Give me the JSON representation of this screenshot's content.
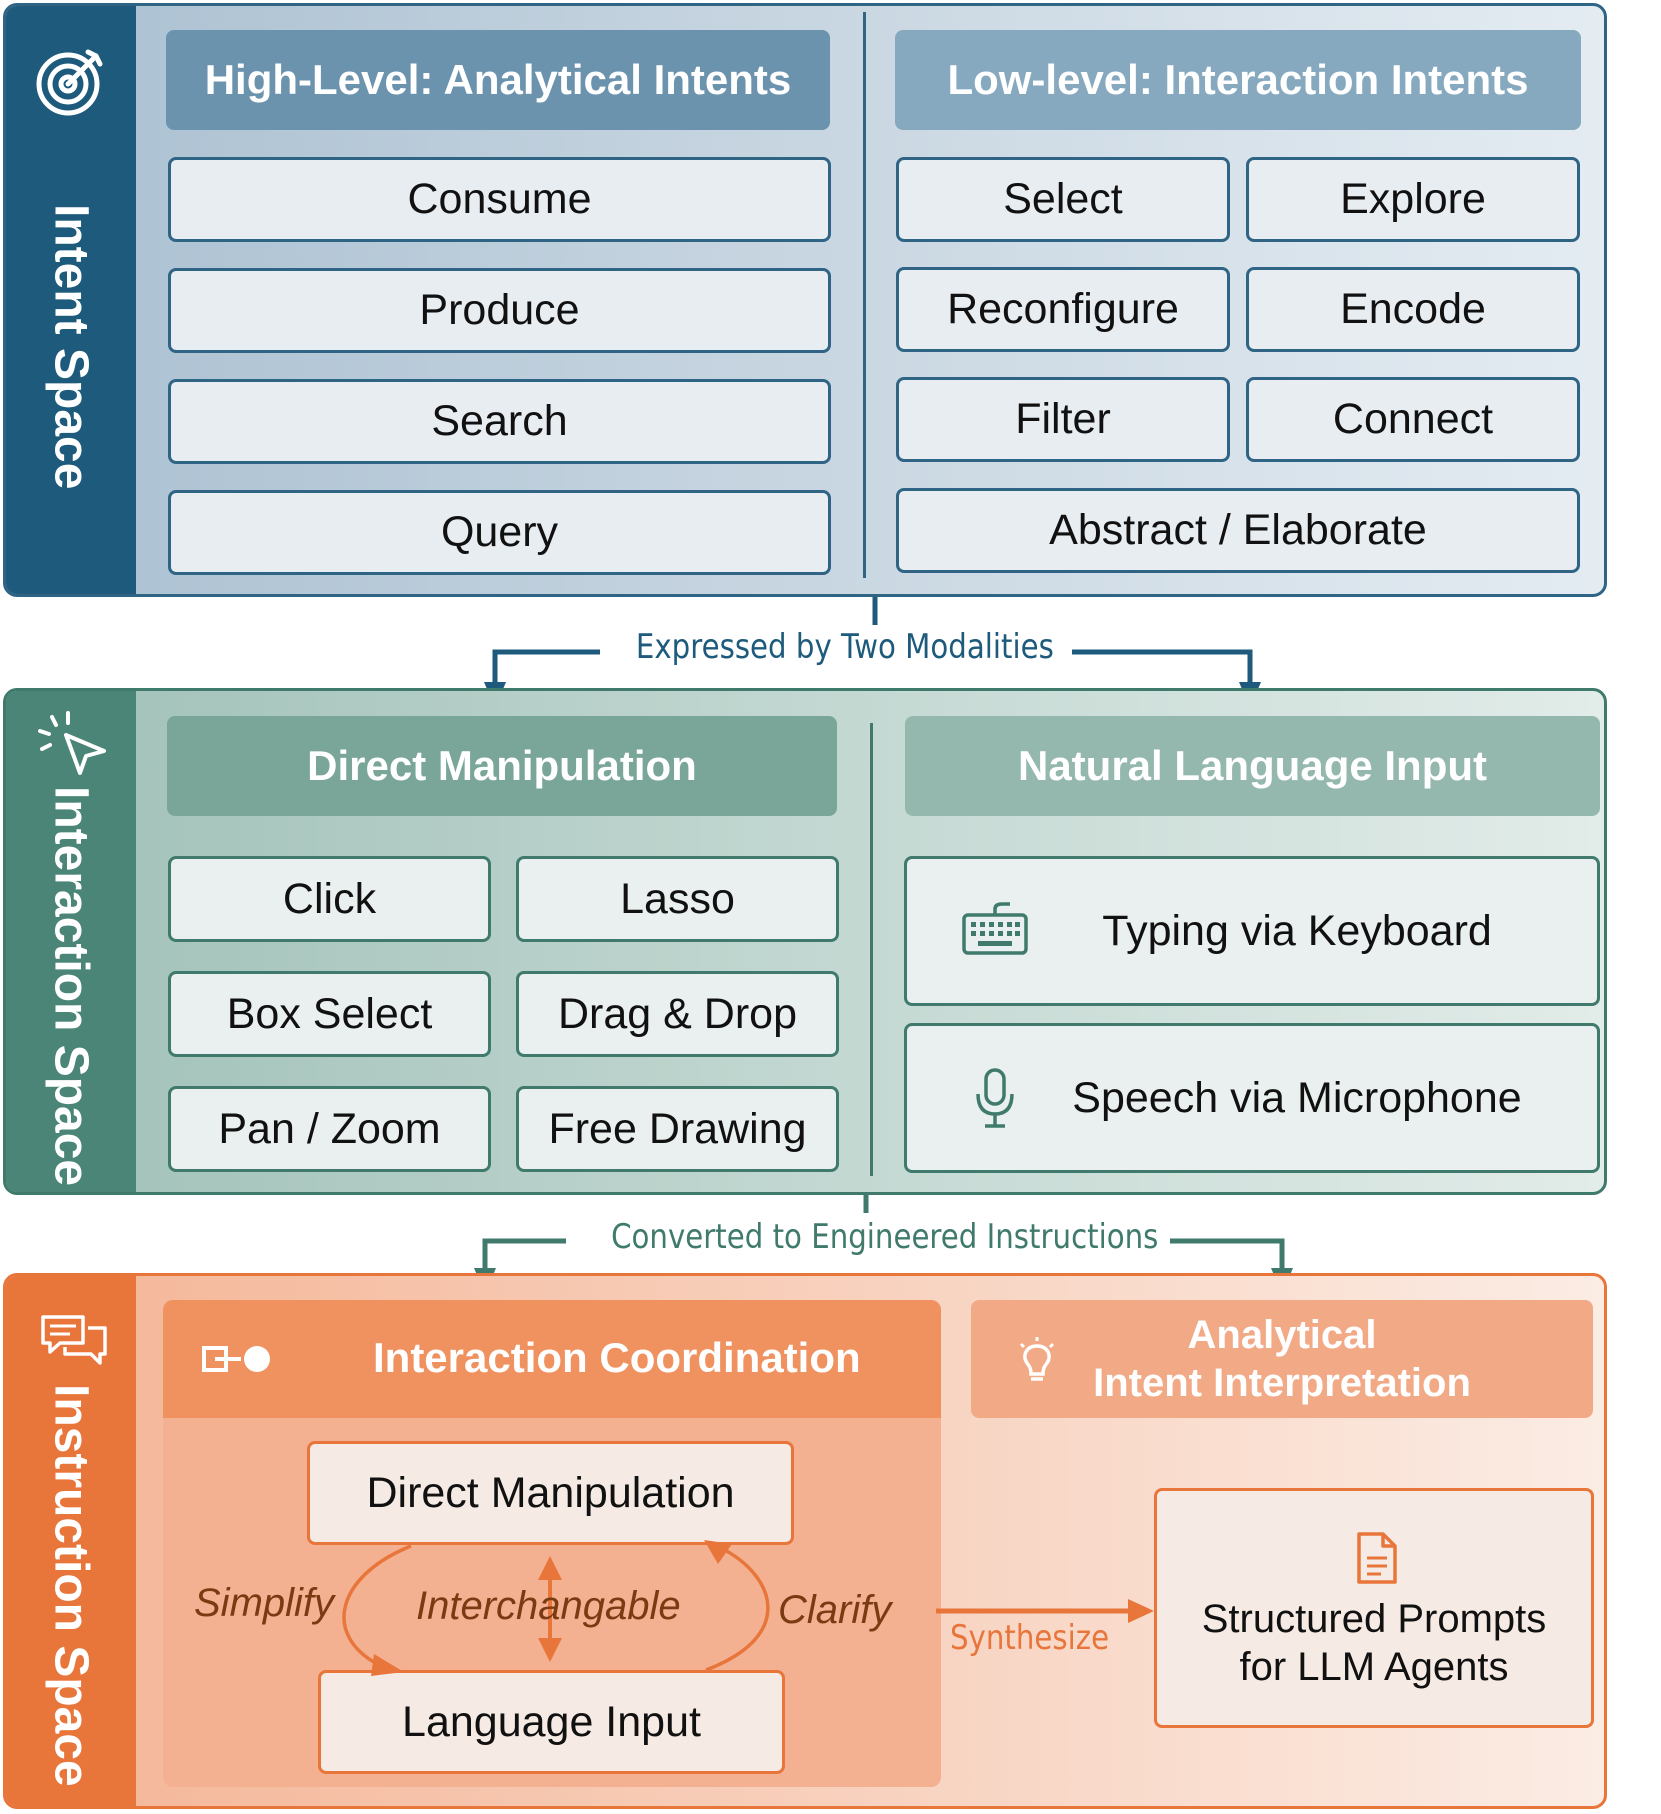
{
  "intent_space": {
    "label": "Intent Space",
    "high_level": {
      "title": "High-Level: Analytical Intents",
      "items": [
        "Consume",
        "Produce",
        "Search",
        "Query"
      ]
    },
    "low_level": {
      "title": "Low-level: Interaction Intents",
      "items": [
        "Select",
        "Explore",
        "Reconfigure",
        "Encode",
        "Filter",
        "Connect"
      ],
      "wide_item": "Abstract / Elaborate"
    }
  },
  "connector_1": "Expressed by Two Modalities",
  "interaction_space": {
    "label": "Interaction Space",
    "direct_manipulation": {
      "title": "Direct Manipulation",
      "items": [
        "Click",
        "Lasso",
        "Box Select",
        "Drag & Drop",
        "Pan / Zoom",
        "Free Drawing"
      ]
    },
    "natural_language": {
      "title": "Natural Language Input",
      "items": [
        "Typing via Keyboard",
        "Speech via Microphone"
      ]
    }
  },
  "connector_2": "Converted to Engineered Instructions",
  "instruction_space": {
    "label": "Instruction Space",
    "coordination": {
      "title": "Interaction Coordination",
      "top_box": "Direct Manipulation",
      "bottom_box": "Language Input",
      "left_label": "Simplify",
      "center_label": "Interchangable",
      "right_label": "Clarify"
    },
    "interpretation": {
      "title_line1": "Analytical",
      "title_line2": "Intent Interpretation"
    },
    "synthesize_label": "Synthesize",
    "output": {
      "line1": "Structured Prompts",
      "line2": "for LLM Agents"
    }
  },
  "colors": {
    "blue": "#1d5a7c",
    "teal": "#4b8577",
    "orange": "#e8753a"
  }
}
